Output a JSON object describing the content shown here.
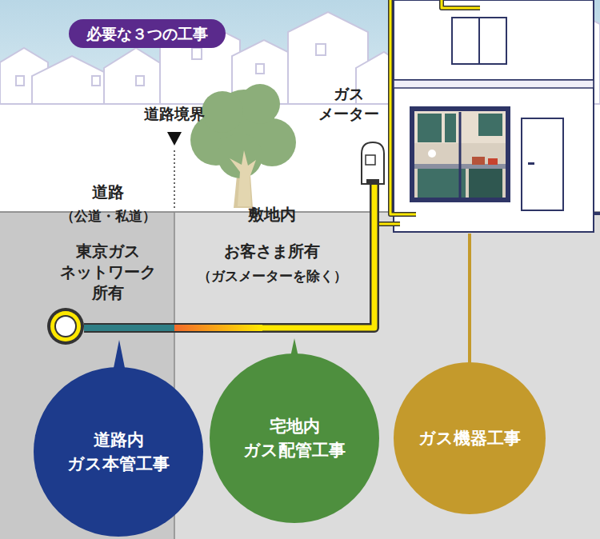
{
  "diagram": {
    "title": "必要な３つの工事",
    "nodes": [
      {
        "text": [
          "道路内 ガス本管工事"
        ]
      },
      {
        "text": [
          "宅地内 ガス配管工事"
        ]
      },
      {
        "text": [
          "ガス機器工事"
        ]
      }
    ],
    "labels": [
      "道路境界",
      "ガス メーター",
      "道路",
      "（公道・私道）",
      "東京ガス ネットワーク 所有",
      "敷地内",
      "お客さま所有",
      "（ガスメーターを除く）"
    ]
  }
}
